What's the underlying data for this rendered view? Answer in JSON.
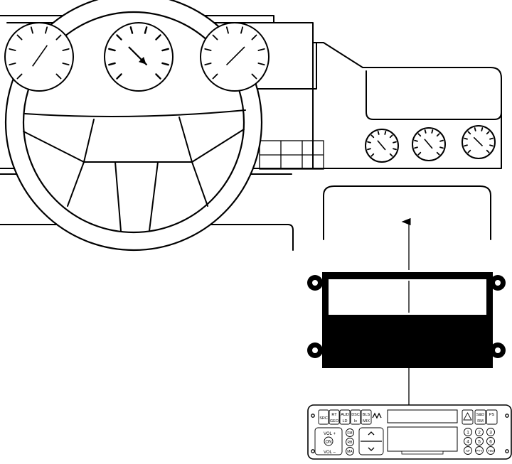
{
  "radio": {
    "top_left_buttons": [
      {
        "top": "",
        "bottom": "SRC"
      },
      {
        "top": "RT",
        "bottom": "GEO"
      },
      {
        "top": "AUD",
        "bottom": "LD"
      },
      {
        "top": "DSC",
        "bottom": "lx"
      },
      {
        "top": "BLS",
        "bottom": "MIX"
      }
    ],
    "top_right_buttons": [
      {
        "top": "S&D",
        "bottom": "RM"
      },
      {
        "top": "PS",
        "bottom": ""
      }
    ],
    "vol_up": "VOL +",
    "on": "ON",
    "vol_down": "VOL –",
    "small_buttons": [
      "FM",
      "RB",
      "MA"
    ],
    "presets": [
      "1",
      "2",
      "3",
      "4",
      "5",
      "6"
    ],
    "bottom_right_buttons": [
      "AF",
      "PTY",
      "TIM"
    ]
  },
  "gauges": {
    "cluster": [
      {
        "name": "left",
        "needle_deg": 35
      },
      {
        "name": "center",
        "needle_deg": -45
      },
      {
        "name": "right",
        "needle_deg": 45
      }
    ],
    "small": [
      {
        "name": "small-1",
        "needle_deg": -40
      },
      {
        "name": "small-2",
        "needle_deg": -40
      },
      {
        "name": "small-3",
        "needle_deg": -45
      }
    ]
  },
  "arrows": [
    "radio-to-frame",
    "frame-to-dash-slot"
  ]
}
